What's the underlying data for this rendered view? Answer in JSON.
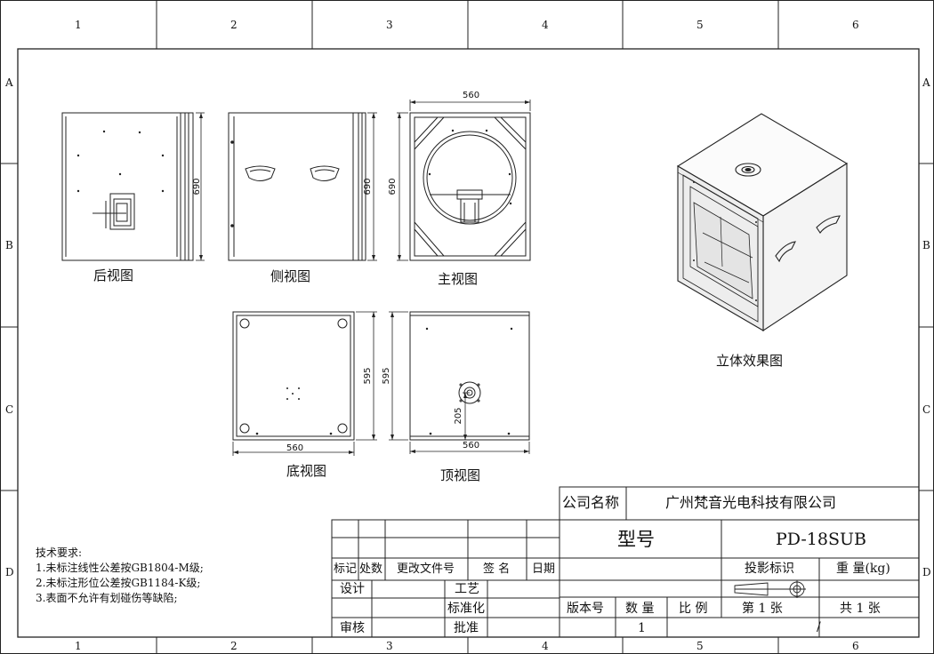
{
  "zones": {
    "columns": [
      "1",
      "2",
      "3",
      "4",
      "5",
      "6"
    ],
    "rows": [
      "A",
      "B",
      "C",
      "D"
    ]
  },
  "views": {
    "rear": "后视图",
    "side": "侧视图",
    "front": "主视图",
    "bottom": "底视图",
    "top": "顶视图",
    "iso": "立体效果图"
  },
  "dimensions": {
    "rear_height": "690",
    "side_height": "690",
    "front_height": "690",
    "front_width": "560",
    "bottom_depth": "595",
    "bottom_width": "560",
    "top_depth": "595",
    "top_width": "560",
    "top_offset": "205"
  },
  "notes": {
    "title": "技术要求:",
    "line1": "1.未标注线性公差按GB1804-M级;",
    "line2": "2.未标注形位公差按GB1184-K级;",
    "line3": "3.表面不允许有划碰伤等缺陷;"
  },
  "title_block": {
    "company_label": "公司名称",
    "company_name": "广州梵音光电科技有限公司",
    "model_label": "型号",
    "model_value": "PD-18SUB",
    "rev_mark": "标记",
    "rev_place": "处数",
    "rev_doc": "更改文件号",
    "rev_sign": "签 名",
    "rev_date": "日期",
    "design": "设计",
    "process": "工艺",
    "standard": "标准化",
    "review": "审核",
    "approve": "批准",
    "projection": "投影标识",
    "weight": "重 量(kg)",
    "version": "版本号",
    "quantity": "数 量",
    "scale": "比 例",
    "sheet": "第 1 张",
    "total": "共 1 张",
    "quantity_value": "1",
    "slash": "/"
  }
}
